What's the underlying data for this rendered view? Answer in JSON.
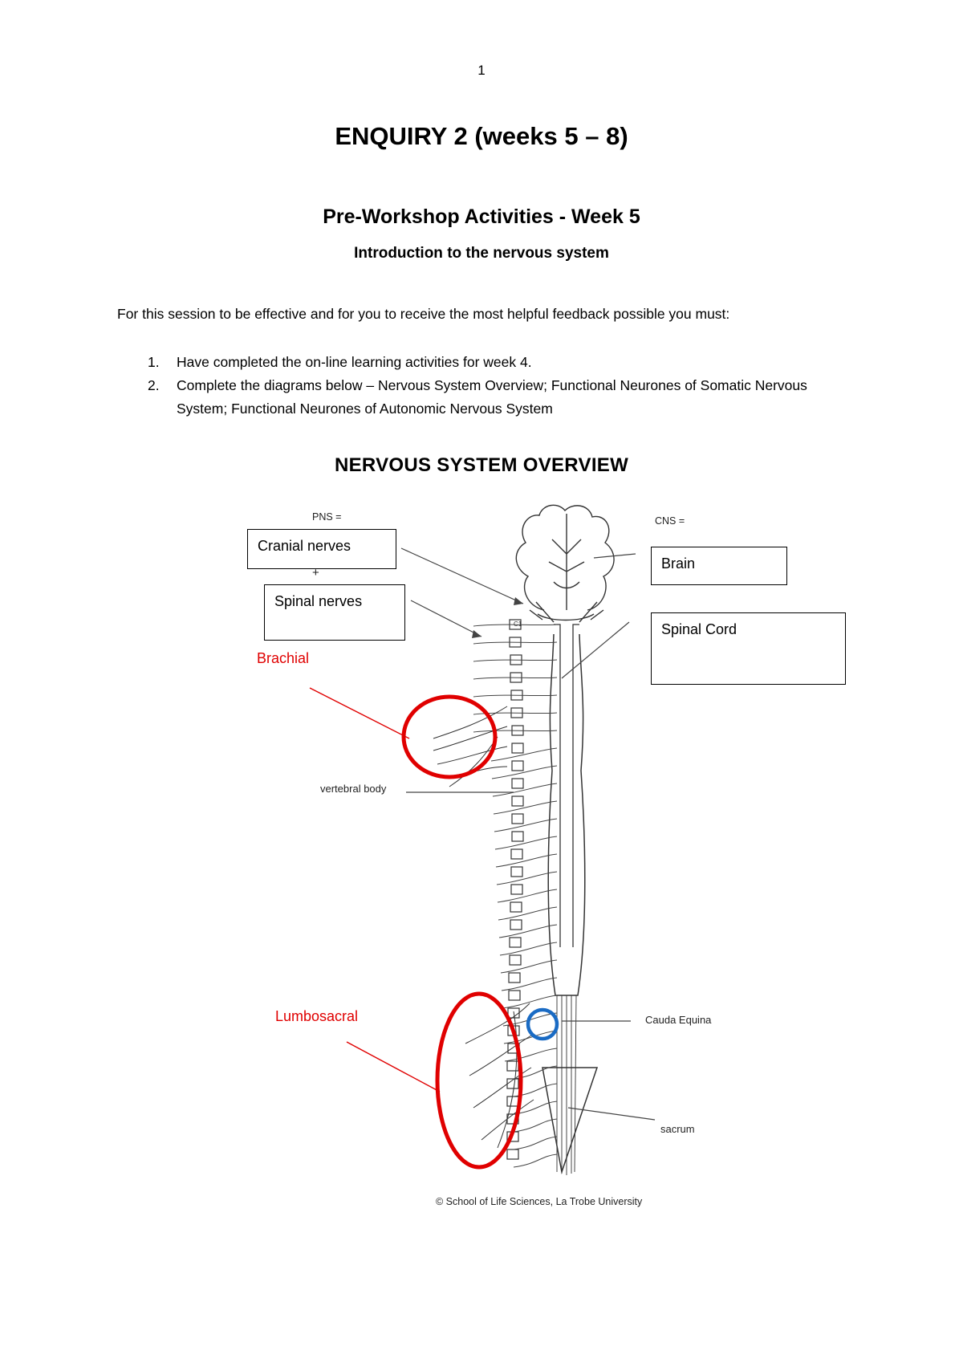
{
  "page_number": "1",
  "title": "ENQUIRY 2 (weeks 5 – 8)",
  "subtitle": "Pre-Workshop Activities - Week 5",
  "subheading": "Introduction to the nervous system",
  "intro": "For this session to be effective and for you to receive the most helpful feedback possible you must:",
  "steps": [
    {
      "num": "1.",
      "text": "Have completed the on-line learning activities for week 4."
    },
    {
      "num": "2.",
      "text": "Complete the diagrams below – Nervous System Overview; Functional Neurones of Somatic Nervous System; Functional Neurones of Autonomic Nervous System"
    }
  ],
  "diagram": {
    "title": "NERVOUS SYSTEM OVERVIEW",
    "pns_label": "PNS =",
    "plus": "+",
    "cns_label": "CNS =",
    "answers": {
      "cranial": "Cranial nerves",
      "spinal_nerves": "Spinal nerves",
      "brain": "Brain",
      "spinal_cord": "Spinal Cord"
    },
    "annotations": {
      "brachial": "Brachial",
      "lumbosacral": "Lumbosacral"
    },
    "labels": {
      "vertebral_body": "vertebral body",
      "cauda_equina": "Cauda Equina",
      "sacrum": "sacrum",
      "vertebra_top": "C1"
    },
    "credit": "© School of Life Sciences, La Trobe University",
    "colors": {
      "annotation_red": "#e00000",
      "cauda_blue": "#1a6bc4"
    }
  }
}
